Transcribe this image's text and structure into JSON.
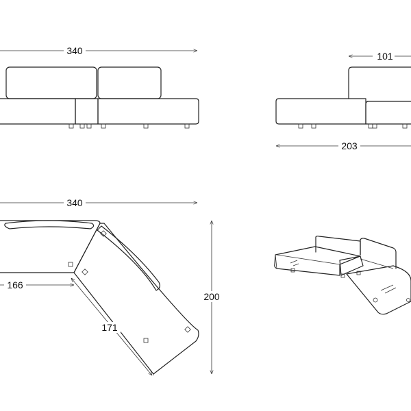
{
  "drawing": {
    "views": {
      "front": {
        "width_label": "340"
      },
      "side": {
        "depth_label": "203",
        "backrest_label": "101"
      },
      "top": {
        "width_label": "340",
        "left_section_label": "166",
        "angled_section_label": "171",
        "depth_label": "200"
      },
      "perspective": {}
    },
    "colors": {
      "line": "#222222",
      "background": "#ffffff"
    }
  }
}
